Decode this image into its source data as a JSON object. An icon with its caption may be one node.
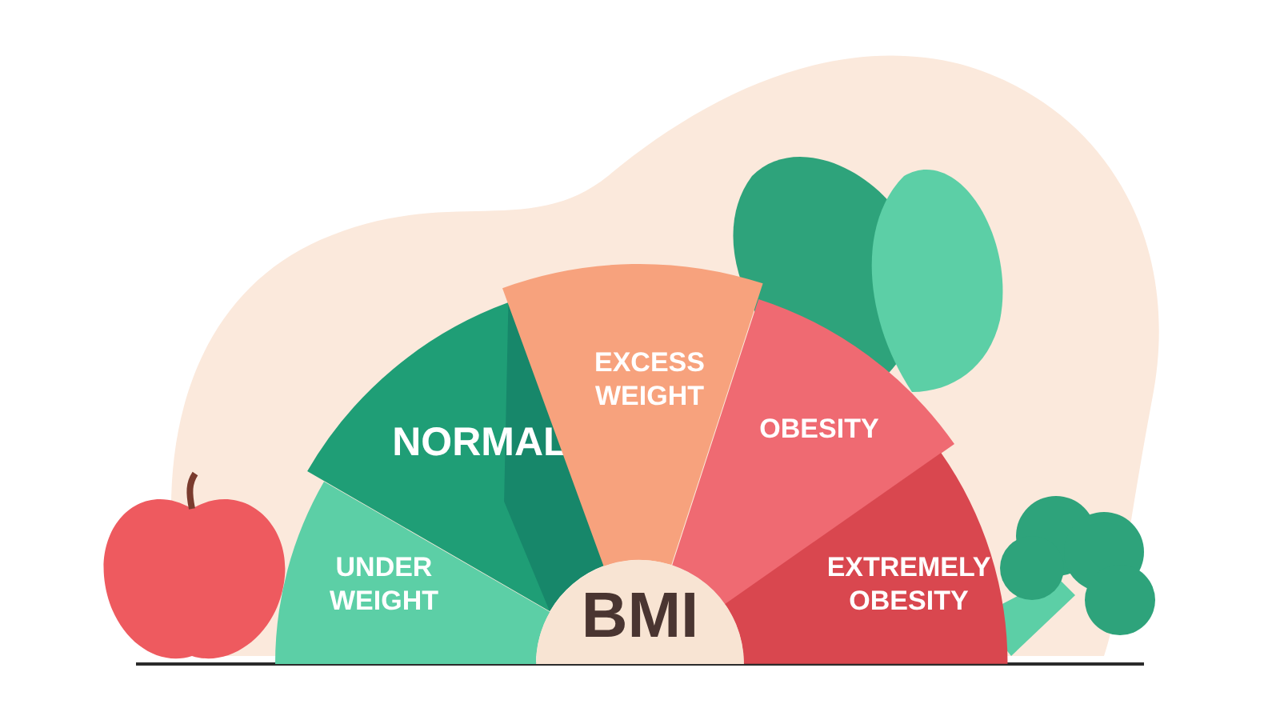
{
  "diagram": {
    "nodes": [
      {
        "text": [
          "UNDER WEIGHT"
        ]
      },
      {
        "text": [
          "NORMAL"
        ]
      },
      {
        "text": [
          "EXCESS WEIGHT"
        ]
      },
      {
        "text": [
          "OBESITY"
        ]
      },
      {
        "text": [
          "EXTREMELY OBESITY"
        ]
      },
      {
        "text": [
          "BMI"
        ]
      }
    ]
  }
}
